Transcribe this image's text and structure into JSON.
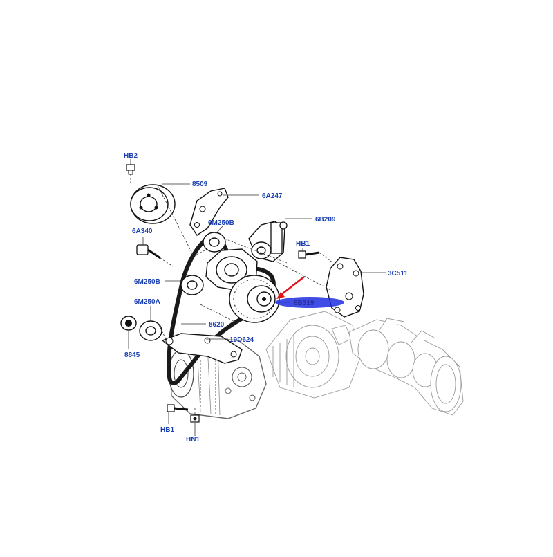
{
  "diagram": {
    "labels": {
      "hb2": "HB2",
      "p8509": "8509",
      "p6a247": "6A247",
      "p6a340": "6A340",
      "p6m250b_top": "6M250B",
      "p6b209": "6B209",
      "hb1_top": "HB1",
      "p3c511": "3C511",
      "p6m250b_left": "6M250B",
      "p6b319": "6B319",
      "p6m250a": "6M250A",
      "p8620": "8620",
      "p19d624": "19D624",
      "p8845": "8845",
      "hb1_bottom": "HB1",
      "hn1": "HN1"
    },
    "highlight": {
      "target": "6B319",
      "marker_color": "#1f2ee0",
      "arrow_color": "#e0141a"
    }
  }
}
